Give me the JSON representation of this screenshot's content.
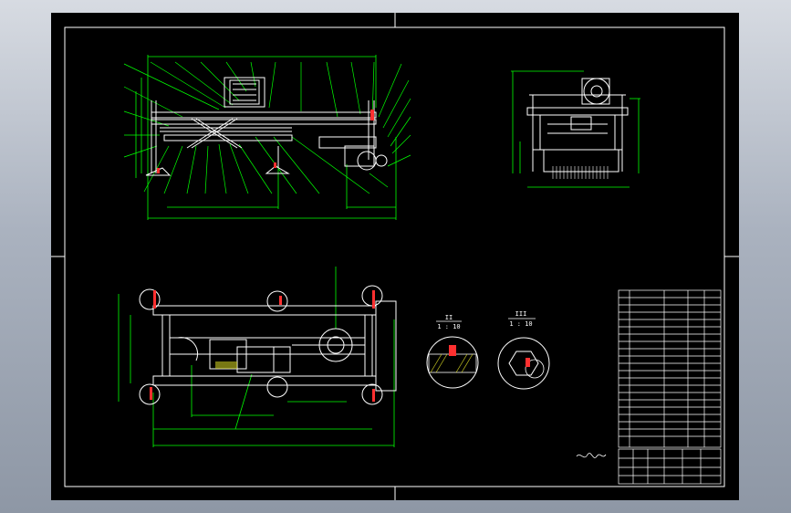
{
  "views": {
    "section_2": {
      "label": "II",
      "scale": "1 : 10"
    },
    "section_3": {
      "label": "III",
      "scale": "1 : 10"
    }
  },
  "colors": {
    "background": "#000000",
    "frame": "#ffffff",
    "dimension": "#00ff00",
    "drawing": "#ffffff",
    "hatch": "#c8c820",
    "accent": "#ff3030"
  }
}
